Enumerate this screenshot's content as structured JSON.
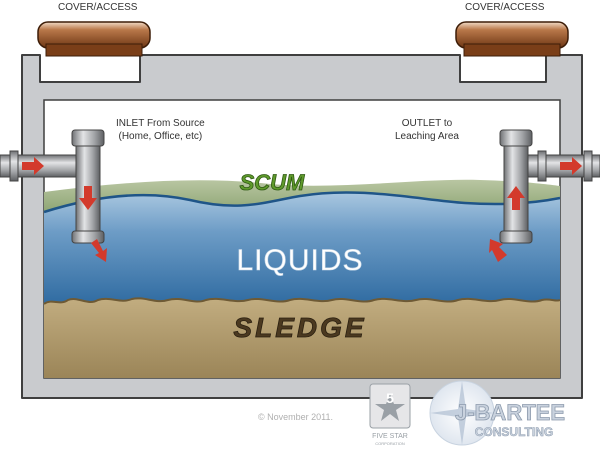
{
  "labels": {
    "cover_left": "COVER/ACCESS",
    "cover_right": "COVER/ACCESS",
    "inlet_line1": "INLET From Source",
    "inlet_line2": "(Home, Office, etc)",
    "outlet_line1": "OUTLET to",
    "outlet_line2": "Leaching Area",
    "scum": "SCUM",
    "liquids": "LIQUIDS",
    "sledge": "SLEDGE",
    "copyright": "© November 2011.",
    "logo_five_star_number": "5",
    "logo_five_star_text_1": "FIVE STAR",
    "logo_five_star_text_2": "CORPORATION",
    "logo_jbartee_1": "J-BARTEE",
    "logo_jbartee_2": "CONSULTING"
  },
  "colors": {
    "tank_wall": "#c9cbce",
    "tank_border": "#444444",
    "cover": "#8b4a22",
    "liquid_top": "#8fb4d4",
    "liquid_bottom": "#2e6aa0",
    "scum": "#9eb083",
    "sludge": "#b39c6e",
    "pipe": "#a9abae",
    "arrow": "#d33a2c",
    "scum_text": "#5f9a2b",
    "liquids_text": "#ffffff",
    "sledge_text": "#4b3920"
  }
}
